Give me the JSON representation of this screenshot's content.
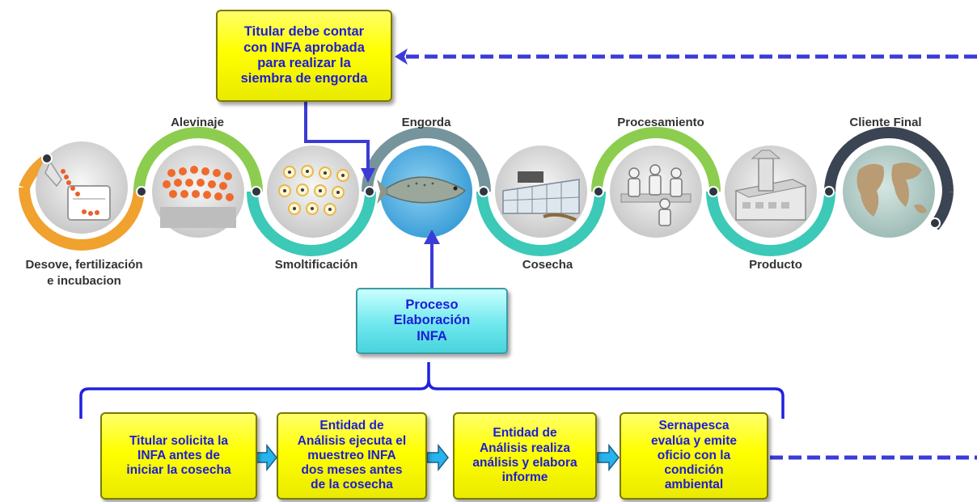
{
  "top_note": "Titular debe contar\ncon INFA aprobada\npara realizar la\nsiembra de engorda",
  "stages": {
    "desove": "Desove, fertilización\ne incubacion",
    "alevinaje": "Alevinaje",
    "smoltificacion": "Smoltificación",
    "engorda": "Engorda",
    "cosecha": "Cosecha",
    "procesamiento": "Procesamiento",
    "producto": "Producto",
    "cliente_final": "Cliente Final"
  },
  "process_box": "Proceso\nElaboración\nINFA",
  "steps": [
    "Titular solicita la\nINFA antes de\niniciar la cosecha",
    "Entidad de\nAnálisis ejecuta el\nmuestreo INFA\ndos meses antes\nde la cosecha",
    "Entidad de\nAnálisis realiza\nanálisis y elabora\ninforme",
    "Sernapesca\nevalúa y emite\noficio con la\ncondición\nambiental"
  ],
  "colors": {
    "orange": "#f0a12e",
    "green": "#8ccd4f",
    "teal": "#3cc9b7",
    "slate": "#76949c",
    "dark": "#3b4452",
    "arrow_blue": "#3b3bd6",
    "cyan_arrow": "#27b3ec",
    "text_blue": "#1d1dd6"
  }
}
